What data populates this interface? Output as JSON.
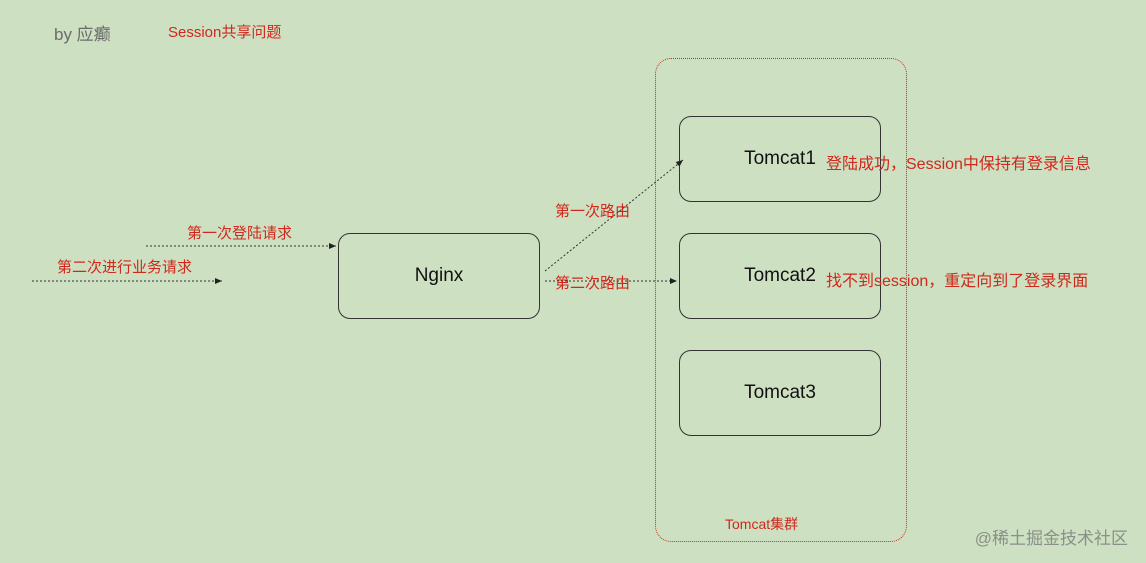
{
  "header": {
    "author": "by 应癫",
    "title": "Session共享问题"
  },
  "labels": {
    "first_request": "第一次登陆请求",
    "second_request": "第二次进行业务请求",
    "first_route": "第一次路由",
    "second_route": "第二次路由",
    "tomcat1_note": "登陆成功，Session中保持有登录信息",
    "tomcat2_note": "找不到session，重定向到了登录界面",
    "cluster_label": "Tomcat集群"
  },
  "nodes": {
    "nginx": "Nginx",
    "tomcat1": "Tomcat1",
    "tomcat2": "Tomcat2",
    "tomcat3": "Tomcat3"
  },
  "watermark": "@稀土掘金技术社区",
  "colors": {
    "background": "#cde0c2",
    "accent_red": "#d0281c",
    "stroke": "#333333"
  }
}
